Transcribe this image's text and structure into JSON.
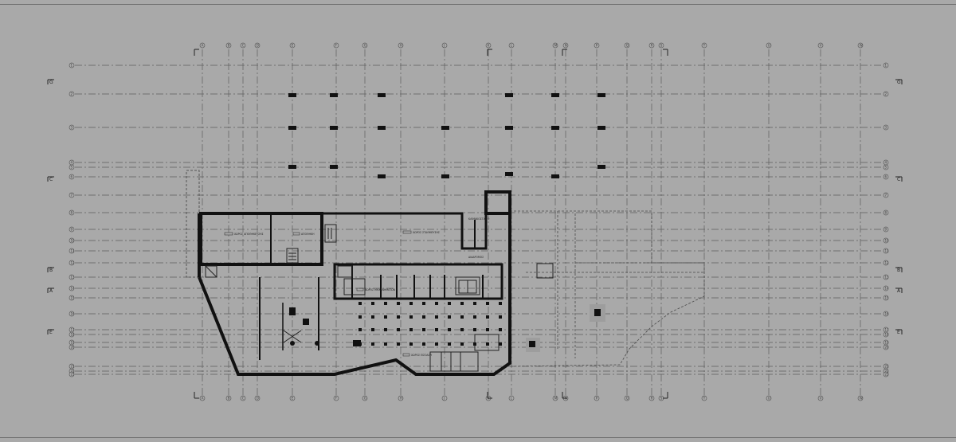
{
  "drawing": {
    "type": "architectural floor plan",
    "colors": {
      "background": "#a9a9a9",
      "gridline": "#5e5e5e",
      "wall": "#111111",
      "column": "#111111"
    }
  },
  "grid_x_bubbles": [
    "A",
    "B",
    "C",
    "D",
    "E",
    "F",
    "G",
    "H",
    "J",
    "K",
    "L",
    "M",
    "N",
    "P",
    "Q",
    "R",
    "S",
    "T",
    "U",
    "V",
    "W"
  ],
  "grid_y_bubbles": [
    "1",
    "2",
    "3",
    "4",
    "5",
    "6",
    "7",
    "8",
    "9",
    "10",
    "11",
    "12",
    "13",
    "14",
    "15",
    "16",
    "17",
    "18",
    "19",
    "20",
    "21",
    "22",
    "23"
  ],
  "section_markers": [
    "G",
    "C",
    "B",
    "A",
    "E"
  ],
  "room_labels": [
    "ΧΩΡΟΣ ΑΠΟΘΗΚΕΥΣΗΣ",
    "ΑΠΟΘΗΚΗ",
    "ΧΩΡΟΣ ΣΤΑΘΜΕΥΣΗΣ",
    "ΚΛΙΜΑΚΟΣΤΑΣΙΟ",
    "ΧΩΡΟΣ ΜΗΧΑΝΗΜΑΤΩΝ",
    "ΔΙΑΔΡΟΜΟΣ",
    "ΧΩΡΟΣ ΕΙΣΟΔΟΥ"
  ]
}
